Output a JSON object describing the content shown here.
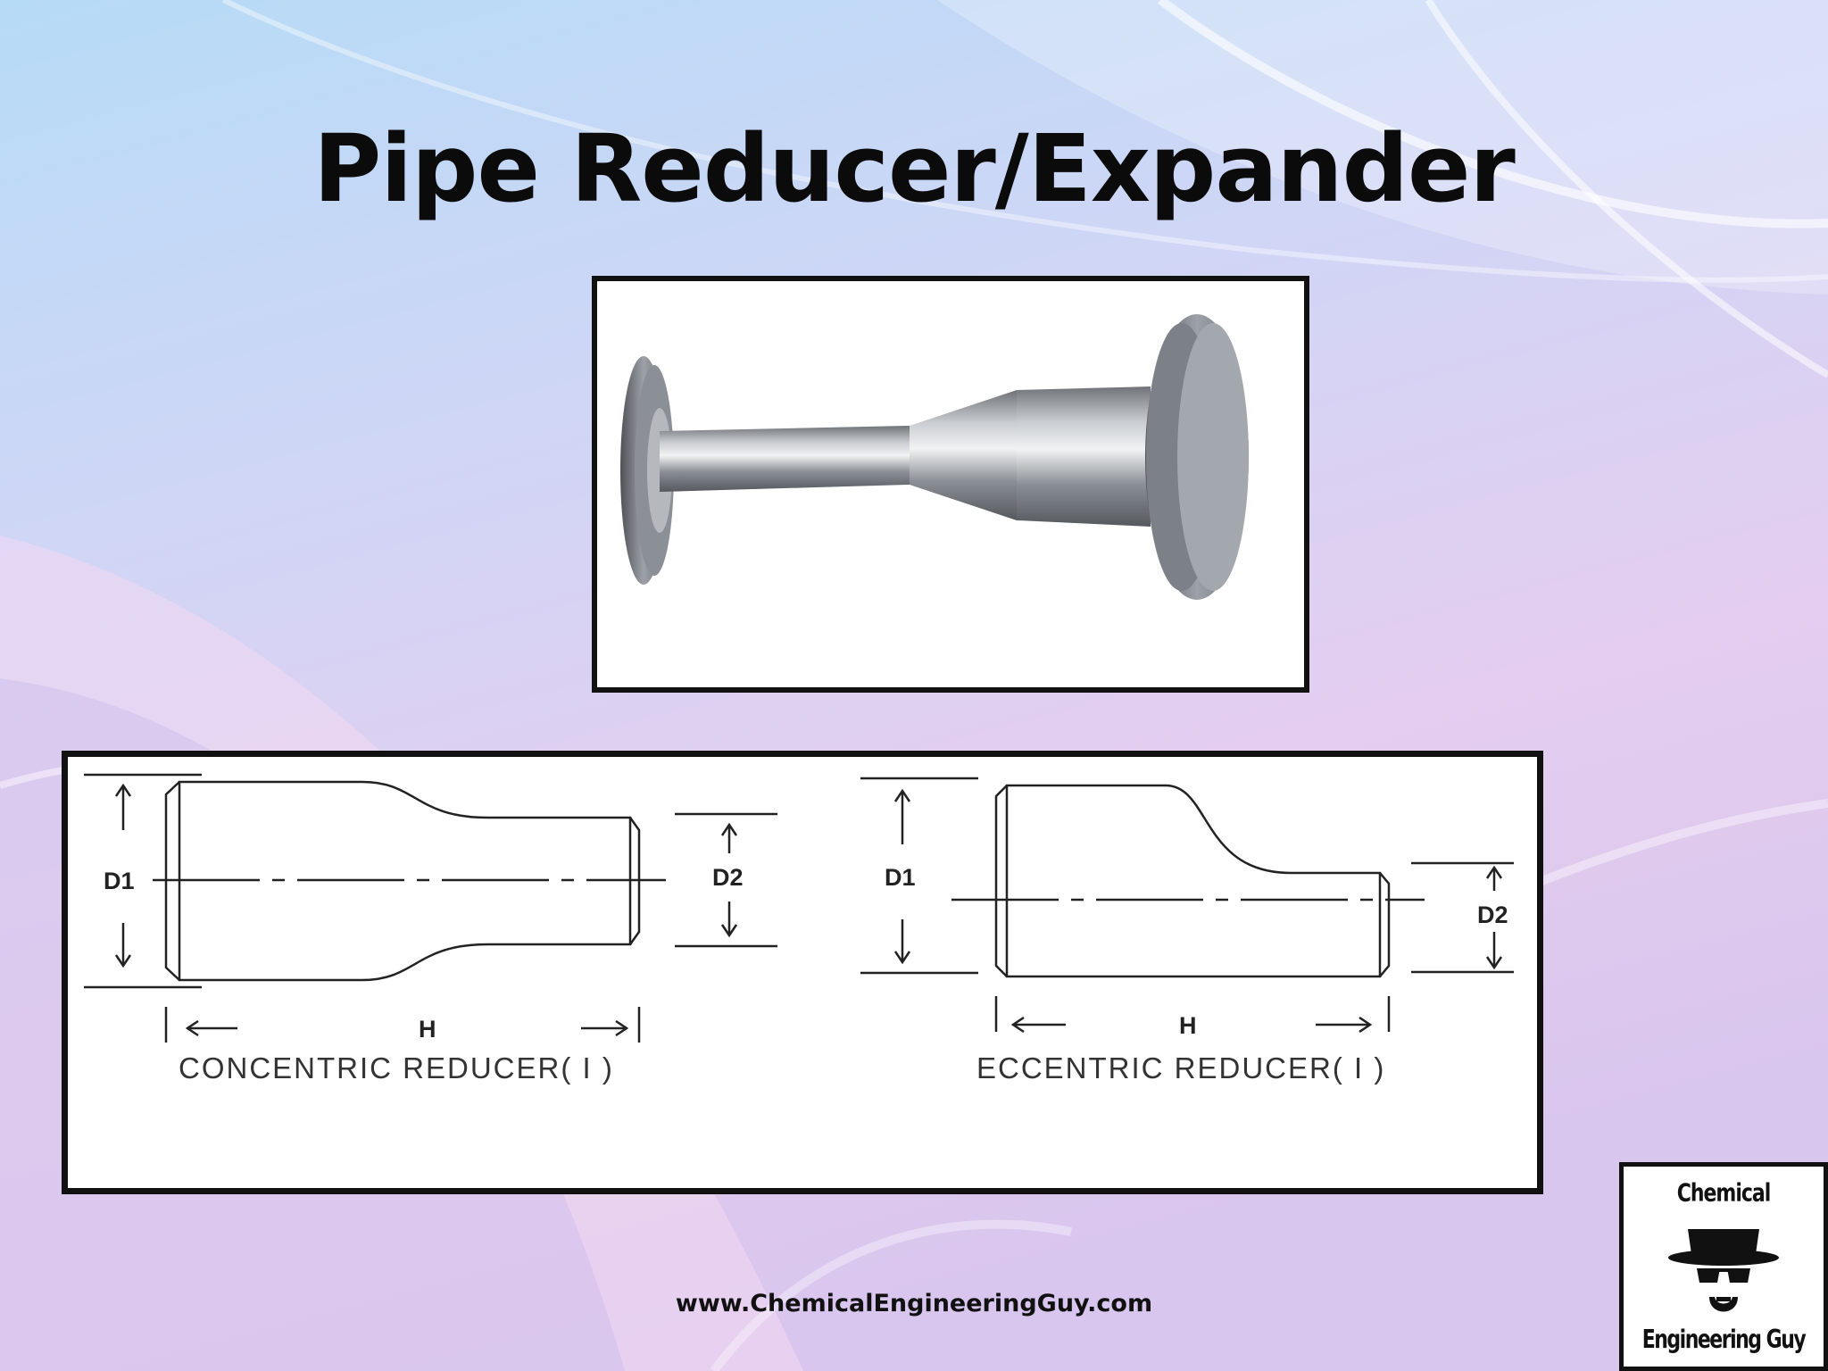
{
  "slide": {
    "title": "Pipe Reducer/Expander",
    "footer_url": "www.ChemicalEngineeringGuy.com"
  },
  "drawing": {
    "concentric": {
      "d1_label": "D1",
      "d2_label": "D2",
      "h_label": "H",
      "caption": "CONCENTRIC REDUCER( I )"
    },
    "eccentric": {
      "d1_label": "D1",
      "d2_label": "D2",
      "h_label": "H",
      "caption": "ECCENTRIC REDUCER( I )"
    }
  },
  "logo": {
    "line1": "Chemical",
    "line2": "Engineering Guy",
    "icon": "hat-glasses-beard-icon"
  },
  "colors": {
    "background_top": "#b9dcf5",
    "background_bottom": "#e9c8ec",
    "frame": "#111111",
    "text": "#0b0b0b"
  }
}
